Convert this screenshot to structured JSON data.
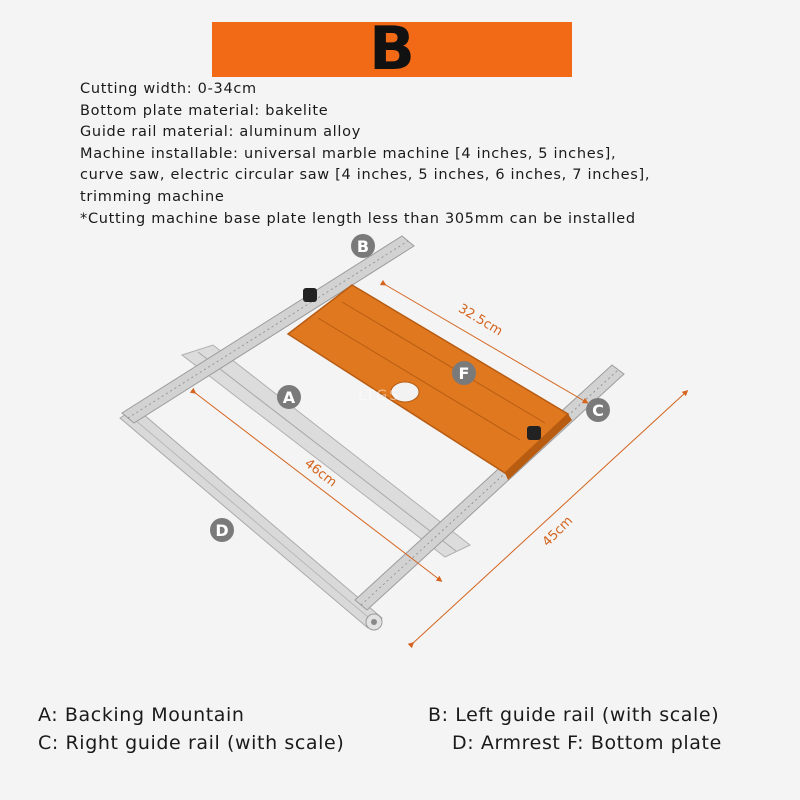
{
  "banner": {
    "letter": "B",
    "color": "#f26a16"
  },
  "specs": [
    "Cutting width: 0-34cm",
    "Bottom plate material: bakelite",
    "Guide rail material: aluminum alloy",
    "Machine installable: universal marble machine [4 inches, 5 inches],",
    "curve saw, electric circular saw [4 inches, 5 inches, 6 inches, 7 inches],",
    "trimming machine",
    "*Cutting machine base plate length less than 305mm can be installed"
  ],
  "markers": {
    "a": "A",
    "b": "B",
    "c": "C",
    "d": "D",
    "f": "F"
  },
  "dimensions": {
    "plate": "32.5cm",
    "backing": "46cm",
    "rail": "45cm"
  },
  "watermark": "LTGS",
  "legend": {
    "a": "A: Backing Mountain",
    "b": "B: Left guide rail (with scale)",
    "c": "C: Right guide rail (with scale)",
    "df": "D: Armrest F: Bottom plate"
  },
  "colors": {
    "plate": "#e07820",
    "rail": "#d2d2d2",
    "dimension_line": "#d4641e",
    "marker": "#7a7a7a"
  }
}
